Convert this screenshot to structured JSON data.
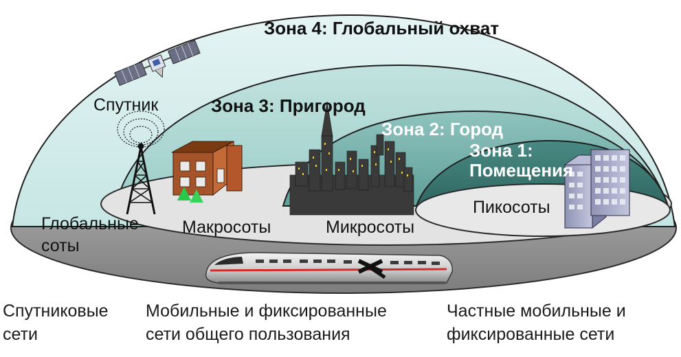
{
  "zones": {
    "zone4": "Зона 4: Глобальный охват",
    "zone3": "Зона 3: Пригород",
    "zone2": "Зона 2: Город",
    "zone1_line1": "Зона 1:",
    "zone1_line2": "Помещения"
  },
  "cells": {
    "satellite": "Спутник",
    "global_line1": "Глобальные",
    "global_line2": "соты",
    "macro": "Макросоты",
    "micro": "Микросоты",
    "pico": "Пикосоты"
  },
  "networks": {
    "satellite_line1": "Спутниковые",
    "satellite_line2": "сети",
    "public_line1": "Мобильные и фиксированные",
    "public_line2": "сети общего пользования",
    "private_line1": "Частные мобильные и",
    "private_line2": "фиксированные сети"
  },
  "colors": {
    "zone4_fill": "#d6efee",
    "zone3_fill": "#b2dcd8",
    "zone2_fill": "#7fb8b3",
    "zone1_fill": "#3d7c77",
    "ground_global": "#9a9a9a",
    "ground_inner": "#e6e6e6"
  }
}
